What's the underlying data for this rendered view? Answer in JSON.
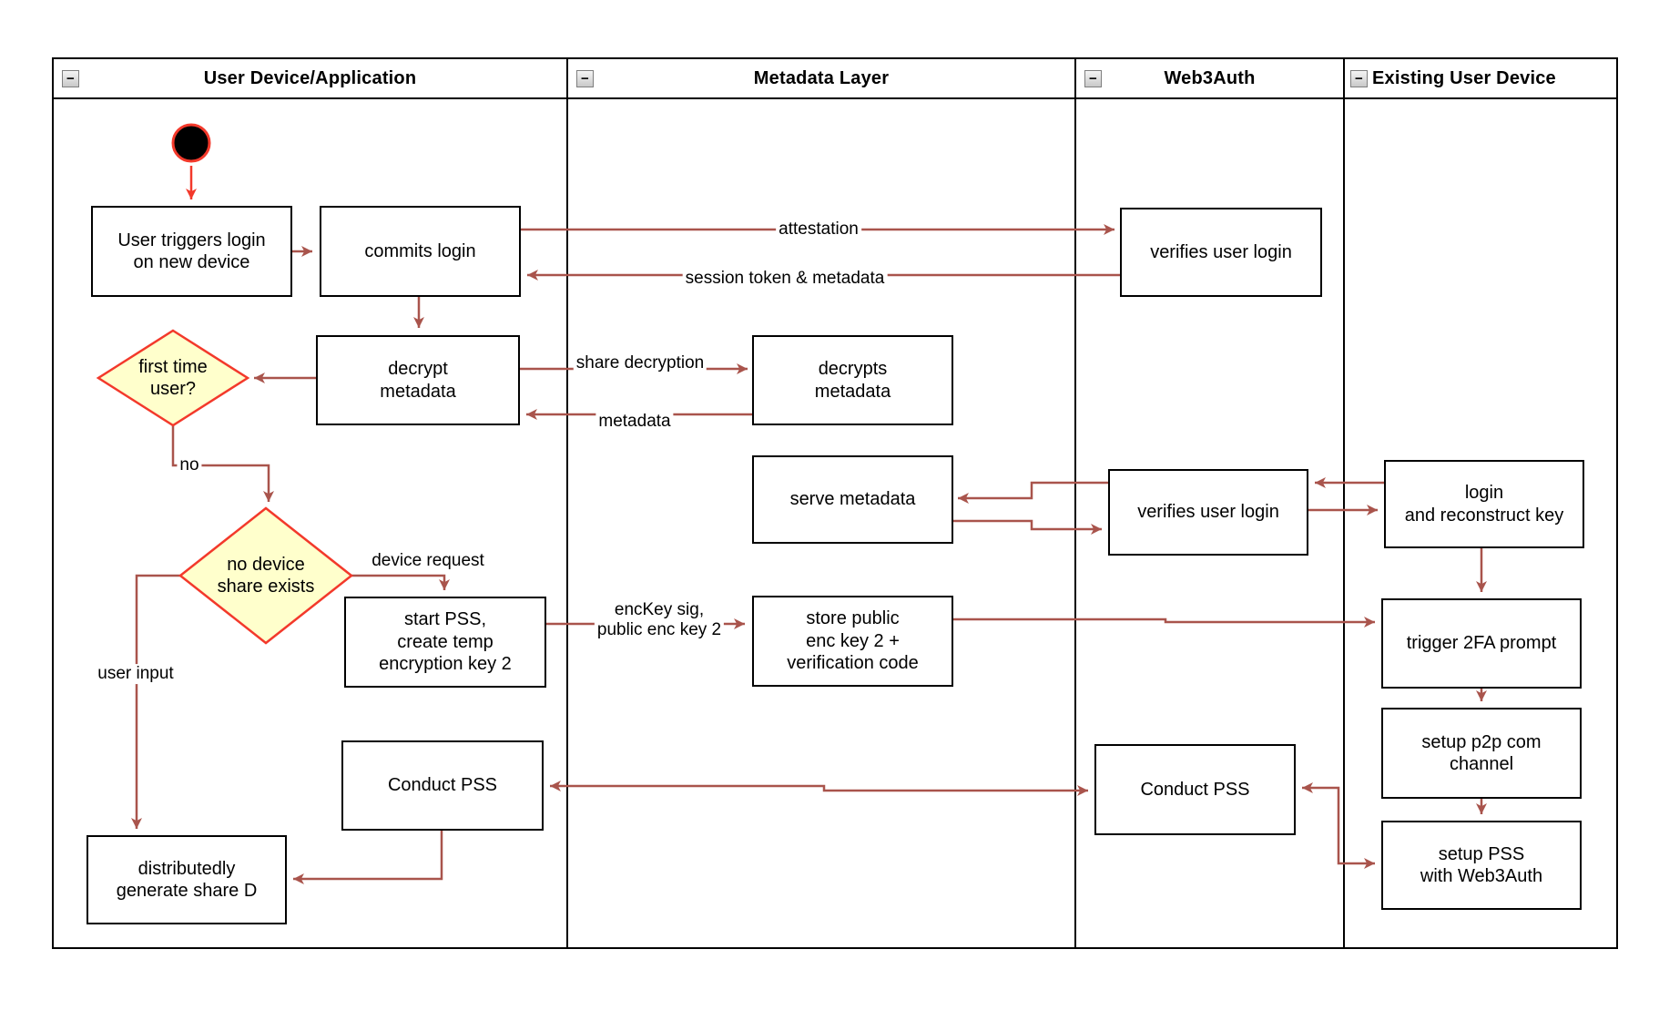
{
  "colors": {
    "arrow": "#a9544c",
    "accent_red": "#f3392b",
    "decision_fill": "#ffffcc",
    "node_border": "#000000",
    "background": "#ffffff"
  },
  "icons": {
    "collapse": "−"
  },
  "lanes": [
    {
      "title": "User Device/Application"
    },
    {
      "title": "Metadata Layer"
    },
    {
      "title": "Web3Auth"
    },
    {
      "title": "Existing User Device"
    }
  ],
  "nodes": {
    "user_triggers": "User triggers login\non new device",
    "commits_login": "commits login",
    "decrypt_metadata": "decrypt\nmetadata",
    "decrypts_metadata": "decrypts\nmetadata",
    "verifies_user_login_1": "verifies user login",
    "serve_metadata": "serve metadata",
    "verifies_user_login_2": "verifies user login",
    "login_reconstruct": "login\nand reconstruct key",
    "trigger_2fa": "trigger 2FA prompt",
    "setup_p2p": "setup p2p com\nchannel",
    "setup_pss": "setup PSS\nwith Web3Auth",
    "conduct_pss_user": "Conduct PSS",
    "conduct_pss_web3auth": "Conduct PSS",
    "start_pss": "start PSS,\ncreate temp\nencryption key 2",
    "store_public": "store public\nenc key 2 +\nverification code",
    "distributed_share": "distributedly\ngenerate share D",
    "first_time_user": "first time\nuser?",
    "no_device_share": "no device\nshare exists"
  },
  "edge_labels": {
    "attestation": "attestation",
    "session_token": "session token & metadata",
    "share_decryption": "share decryption",
    "metadata": "metadata",
    "no": "no",
    "device_request": "device request",
    "enckey": "encKey sig,\npublic enc key 2",
    "user_input": "user input"
  }
}
